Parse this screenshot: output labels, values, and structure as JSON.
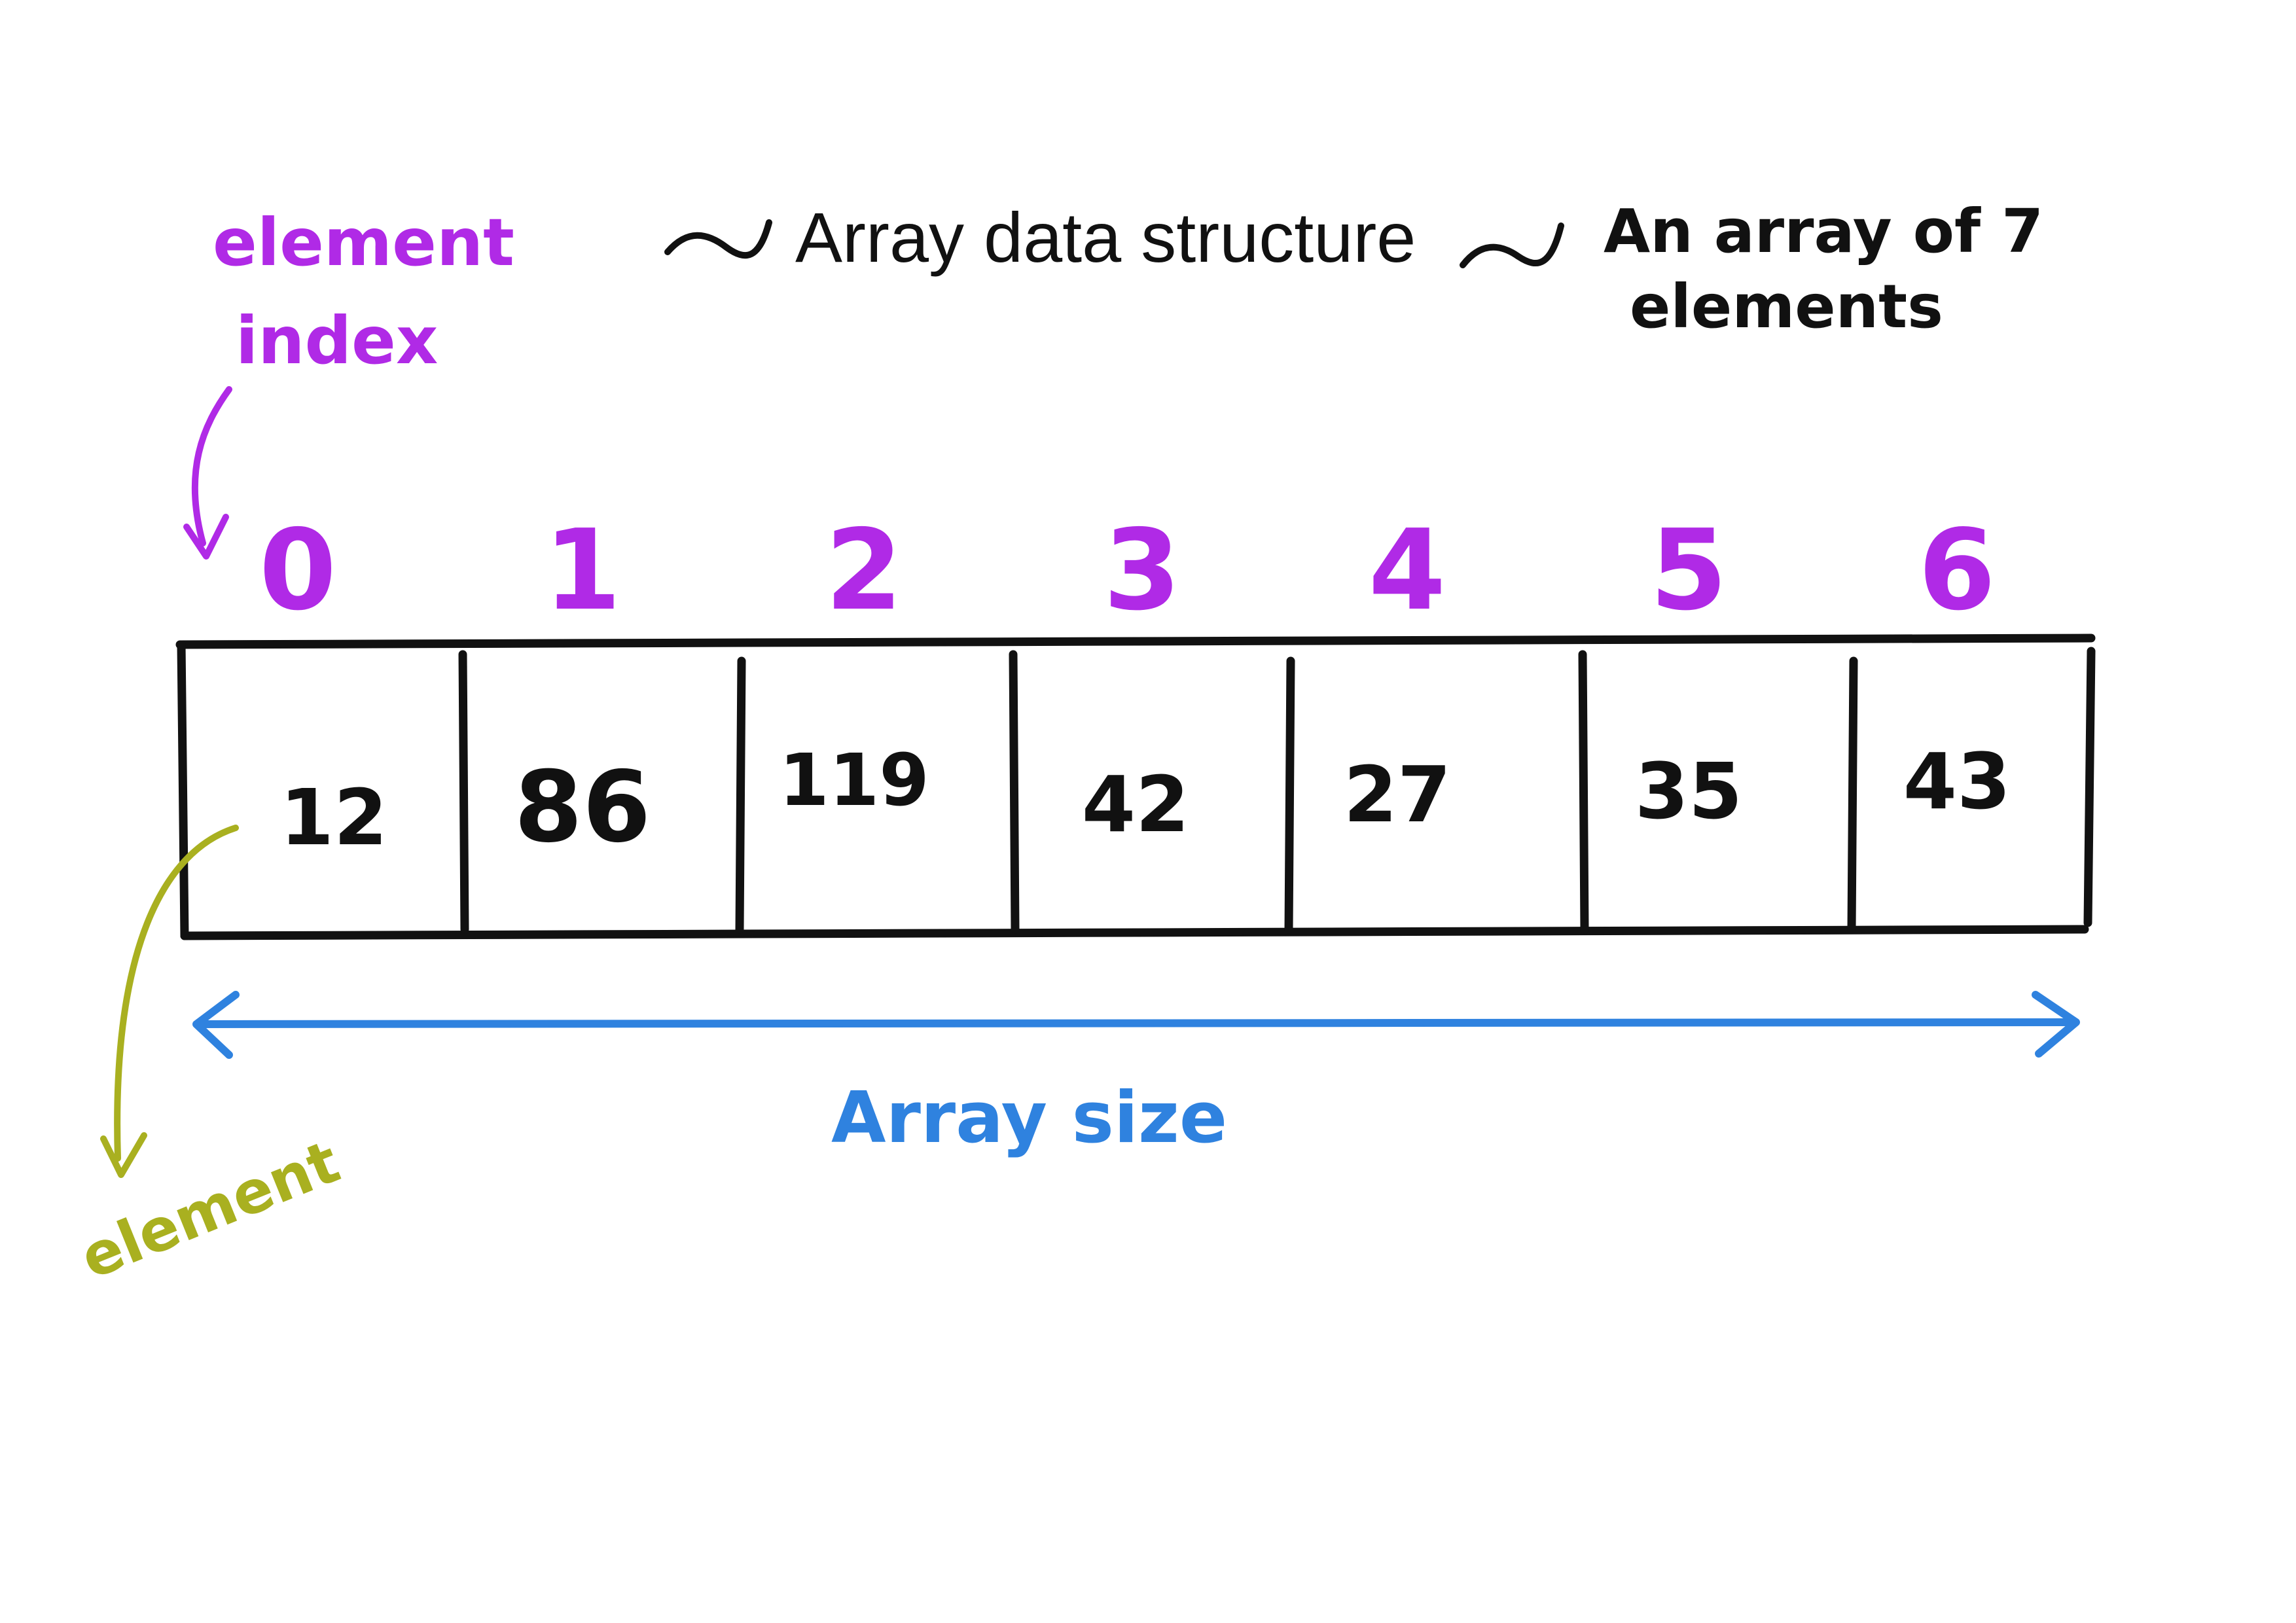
{
  "title": "Array data structure",
  "subtitle": "An array of 7 elements",
  "labels": {
    "element_index": [
      "element",
      "index"
    ],
    "element": "element",
    "array_size": "Array size"
  },
  "indices": [
    "0",
    "1",
    "2",
    "3",
    "4",
    "5",
    "6"
  ],
  "values": [
    "12",
    "86",
    "119",
    "42",
    "27",
    "35",
    "43"
  ],
  "colors": {
    "ink": "#111111",
    "index": "#b02ae6",
    "element_label": "#a9b020",
    "array_size": "#2f82df",
    "background": "#ffffff"
  }
}
